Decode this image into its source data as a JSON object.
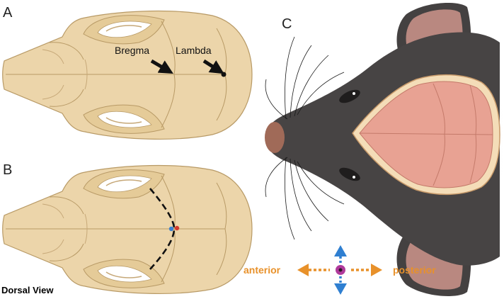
{
  "panels": {
    "a": {
      "letter": "A",
      "bregma_label": "Bregma",
      "lambda_label": "Lambda"
    },
    "b": {
      "letter": "B"
    },
    "c": {
      "letter": "C"
    }
  },
  "orientation": {
    "anterior": "anterior",
    "posterior": "posterior"
  },
  "caption": "Dorsal View",
  "colors": {
    "bone": "#ecd5aa",
    "bone_outline": "#b89a66",
    "fur": "#474444",
    "ear": "#b98880",
    "brain": "#e8a293",
    "arrow_orange": "#e8912a",
    "arrow_blue": "#2f7fd1",
    "marker_magenta": "#b03a9c"
  }
}
